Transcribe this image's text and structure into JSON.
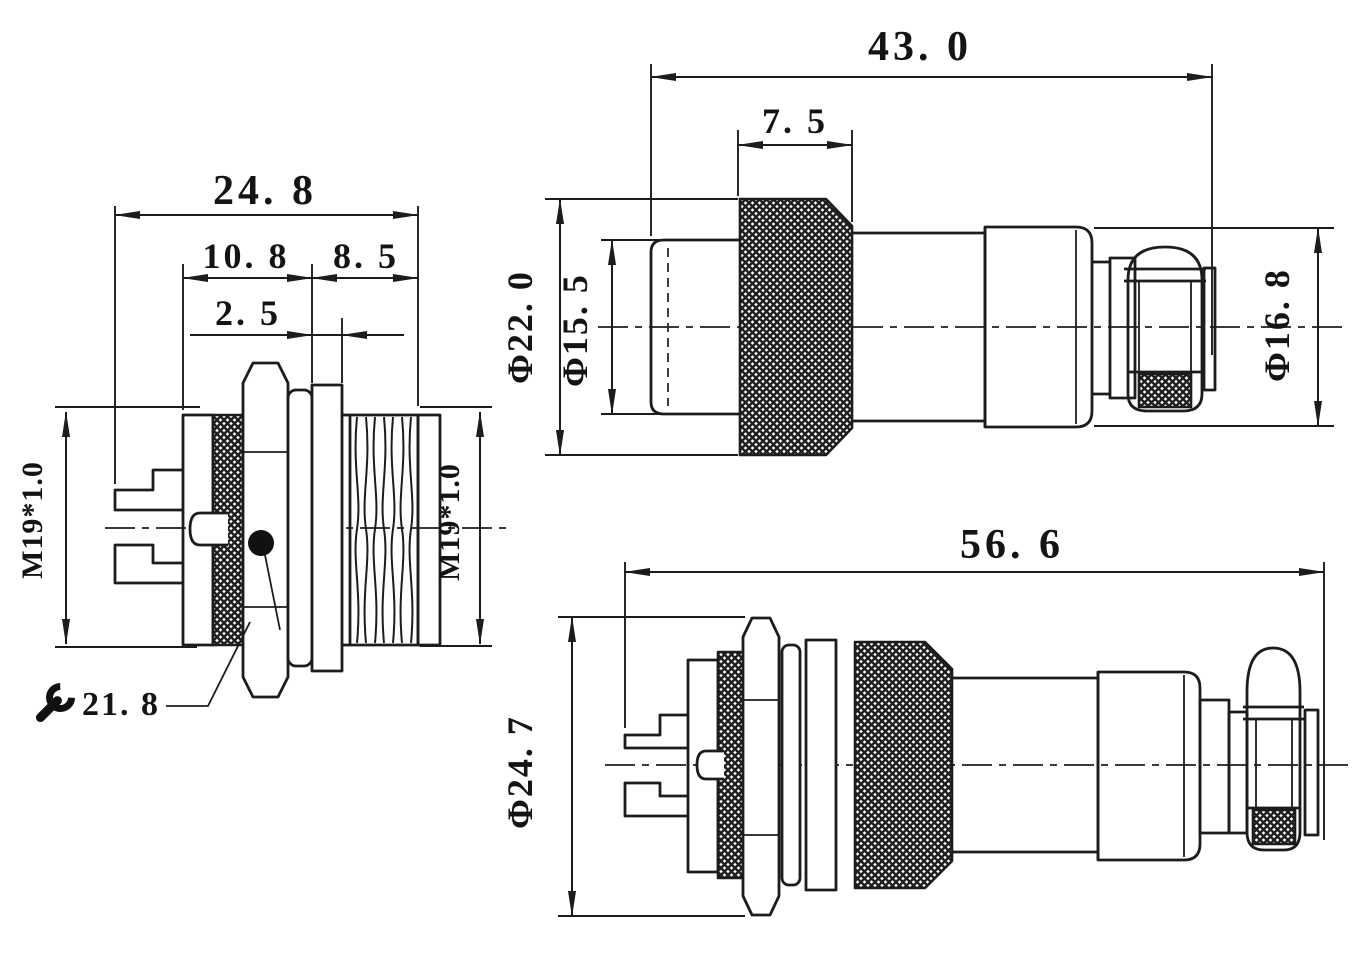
{
  "drawing": {
    "kind": "engineering-dimension-drawing",
    "subject": "circular aviation connector (socket, plug and mated assembly)",
    "colors": {
      "line": "#1c1c1c",
      "background": "#ffffff",
      "knurl_fill": "#222222"
    },
    "units_shown": "mm"
  },
  "icons": {
    "wrench": "open-end-wrench-icon"
  },
  "views": {
    "socket": {
      "name": "panel-socket-side-view",
      "dims": {
        "overall_width": "24. 8",
        "front_depth": "10. 8",
        "rear_depth": "8. 5",
        "washer_gap": "2. 5",
        "thread_front": "M19*1.0",
        "thread_rear": "M19*1.0",
        "hex_across_flats": "21. 8"
      }
    },
    "plug": {
      "name": "cable-plug-side-view",
      "dims": {
        "overall_length": "43. 0",
        "knurl_width": "7. 5",
        "coupling_od": "Φ22. 0",
        "front_od": "Φ15. 5",
        "rear_od": "Φ16. 8"
      }
    },
    "assembly": {
      "name": "mated-assembly-side-view",
      "dims": {
        "overall_length": "56. 6",
        "flange_od": "Φ24. 7"
      }
    }
  }
}
